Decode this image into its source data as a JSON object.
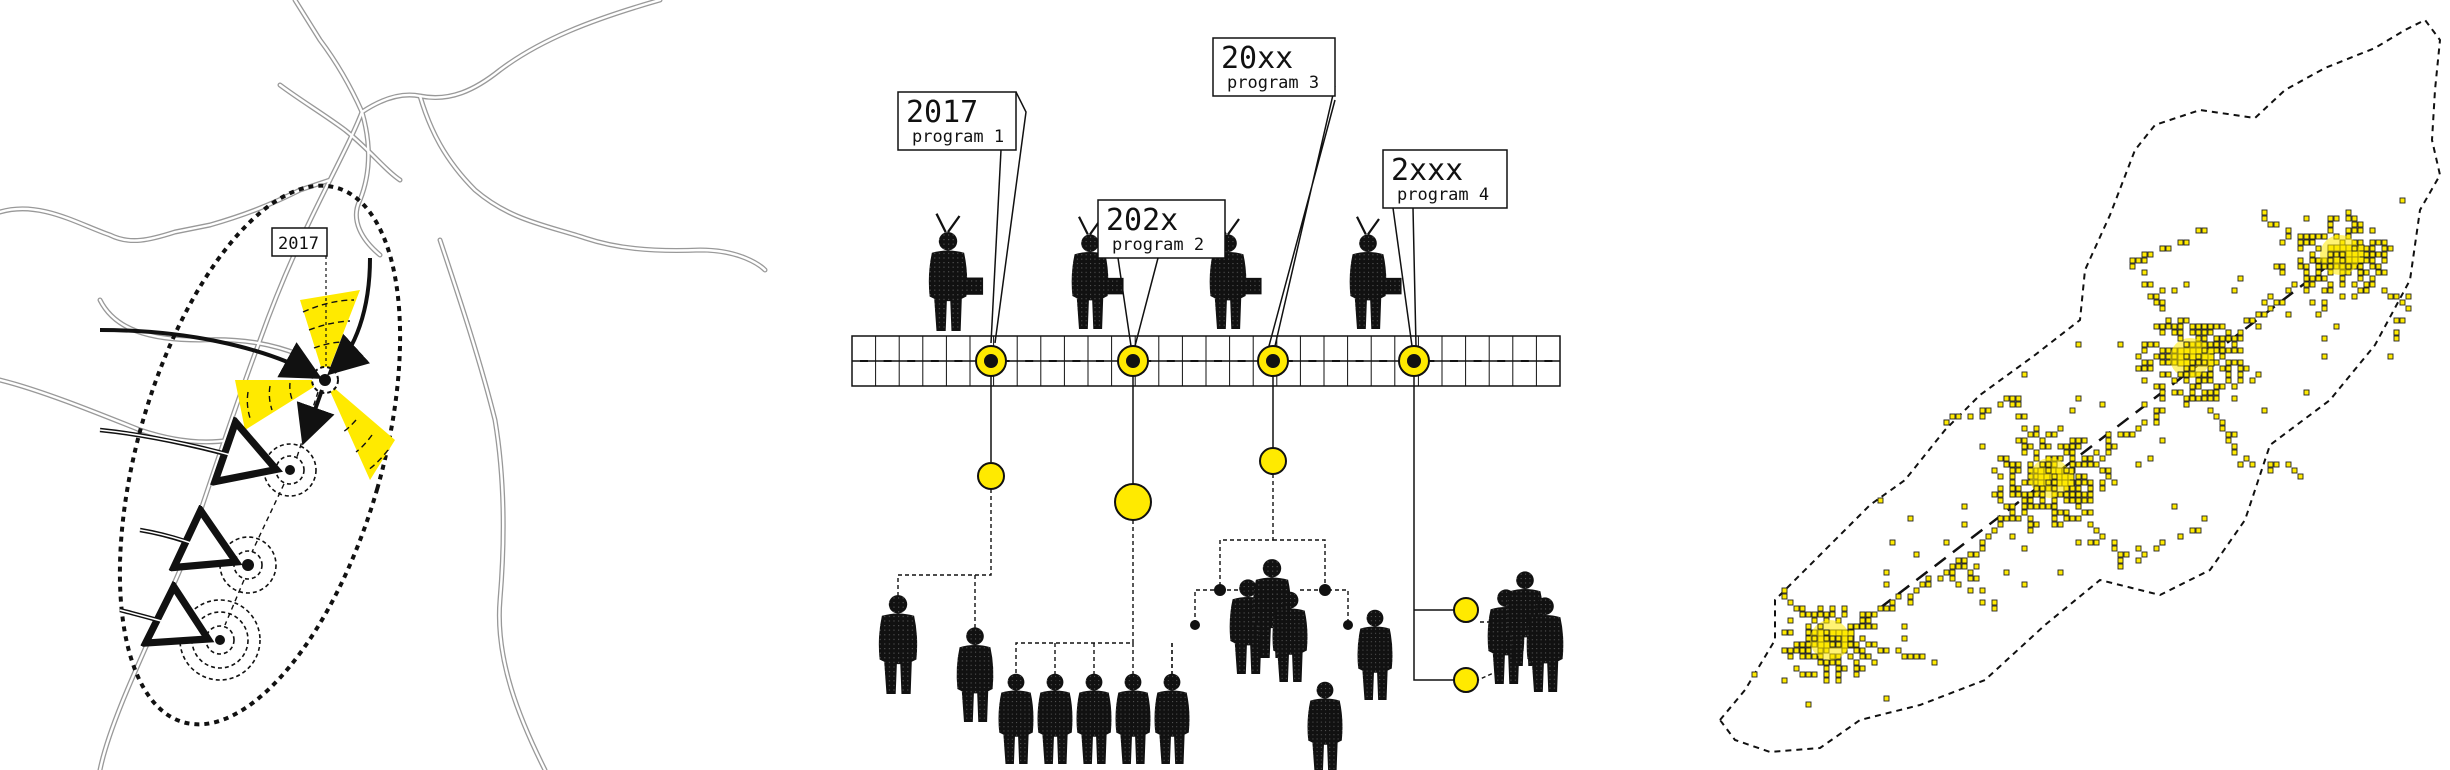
{
  "map_panel": {
    "year_label": "2017"
  },
  "timeline": {
    "callouts": [
      {
        "year": "2017",
        "program": "program 1"
      },
      {
        "year": "202x",
        "program": "program 2"
      },
      {
        "year": "20xx",
        "program": "program 3"
      },
      {
        "year": "2xxx",
        "program": "program 4"
      }
    ]
  },
  "colors": {
    "accent": "#ffea00",
    "ink": "#111111",
    "road": "#9a9a9a"
  }
}
